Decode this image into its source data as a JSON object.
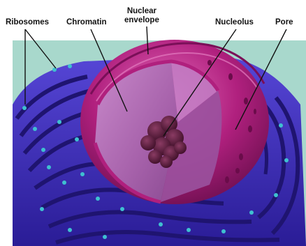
{
  "labels": {
    "ribosomes": "Ribosomes",
    "chromatin": "Chromatin",
    "nuclear_envelope_line1": "Nuclear",
    "nuclear_envelope_line2": "envelope",
    "nucleolus": "Nucleolus",
    "pore": "Pore"
  },
  "colors": {
    "background": "#a8d8cc",
    "er": "#3a2bb8",
    "er_dark": "#1f1470",
    "envelope": "#b0207e",
    "envelope_light": "#d64aa3",
    "chromatin": "#b874b8",
    "nucleolus": "#5a1a3a",
    "ribosome": "#3fc0d0",
    "leader_line": "#111111"
  }
}
